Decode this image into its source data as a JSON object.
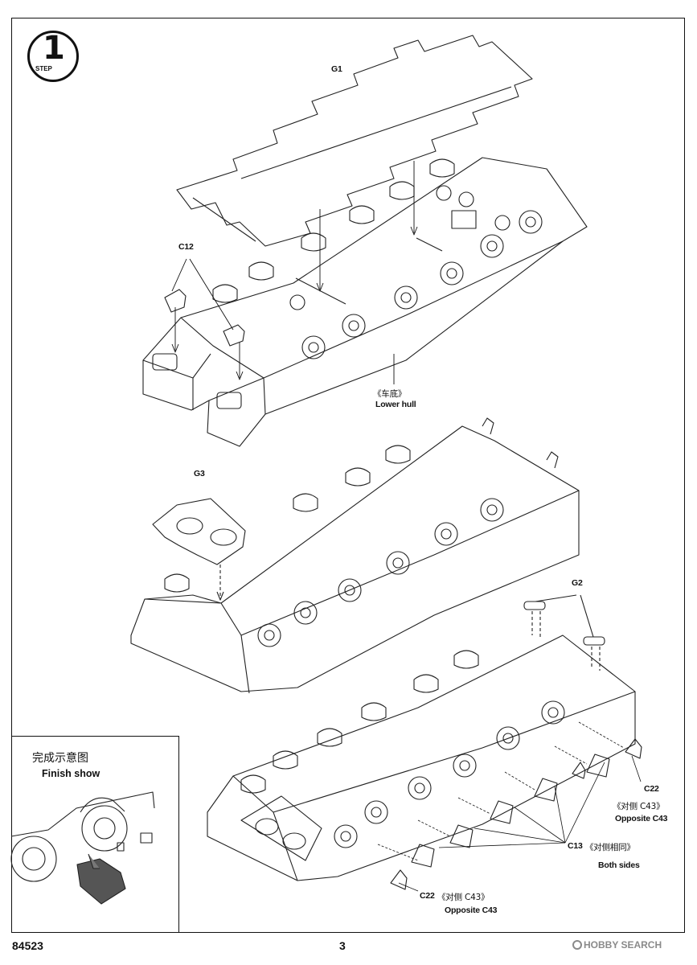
{
  "step": {
    "number": "1",
    "word": "STEP"
  },
  "parts": {
    "g1": "G1",
    "c12": "C12",
    "lower_hull_cn": "《车底》",
    "lower_hull_en": "Lower hull",
    "g3": "G3",
    "g2": "G2",
    "c22_right": "C22",
    "c43_right_cn": "《对侧 C43》",
    "c43_right_en": "Opposite C43",
    "c13": "C13",
    "c13_note_cn": "《对侧相同》",
    "both_sides_en": "Both sides",
    "c22_left": "C22",
    "c43_left_cn": "《对侧 C43》",
    "c43_left_en": "Opposite C43"
  },
  "finish": {
    "title_cn": "完成示意图",
    "title_en": "Finish show"
  },
  "footer": {
    "code": "84523",
    "page": "3",
    "watermark": "HOBBY SEARCH"
  }
}
